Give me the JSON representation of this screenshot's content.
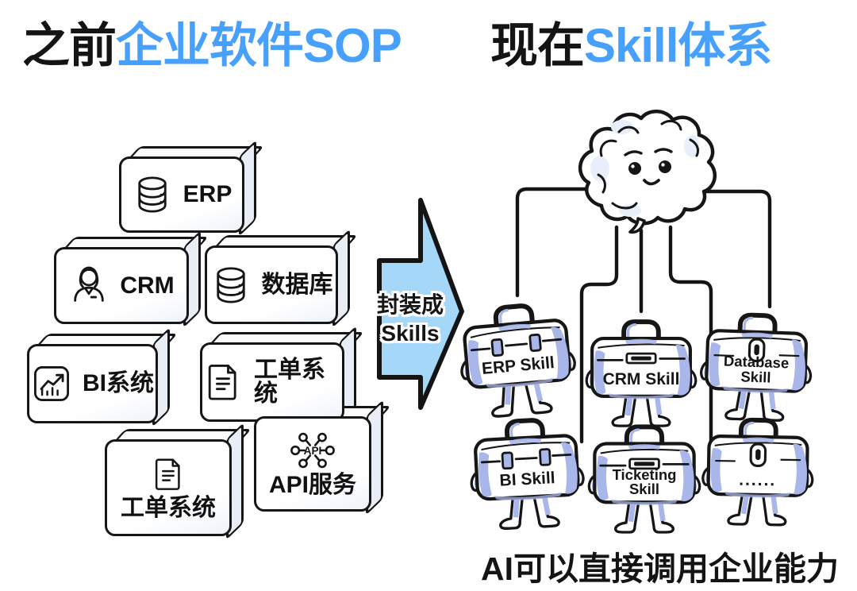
{
  "titles": {
    "left_prefix": "之前",
    "left_highlight": "企业软件SOP",
    "right_prefix": "现在",
    "right_highlight": "Skill体系"
  },
  "arrow": {
    "label": "封装成\nSkills"
  },
  "legacy_systems": [
    {
      "label": "ERP",
      "icon": "database-icon"
    },
    {
      "label": "CRM",
      "icon": "person-icon"
    },
    {
      "label": "数据库",
      "icon": "database-icon"
    },
    {
      "label": "BI系统",
      "icon": "chart-icon"
    },
    {
      "label": "工单系统",
      "icon": "document-icon"
    },
    {
      "label": "工单系统",
      "icon": "document-icon"
    },
    {
      "label": "API服务",
      "icon": "api-icon"
    }
  ],
  "api_icon_label": "API",
  "skills": [
    {
      "label": "ERP Skill"
    },
    {
      "label": "CRM Skill"
    },
    {
      "label": "Database\nSkill"
    },
    {
      "label": "BI Skill"
    },
    {
      "label": "Ticketing\nSkill"
    },
    {
      "label": "......"
    }
  ],
  "caption": "AI可以直接调用企业能力",
  "colors": {
    "accent_blue": "#47a1fc",
    "arrow_fill": "#a5d7f9",
    "case_shade": "#a9b6ea",
    "ink": "#161616"
  }
}
